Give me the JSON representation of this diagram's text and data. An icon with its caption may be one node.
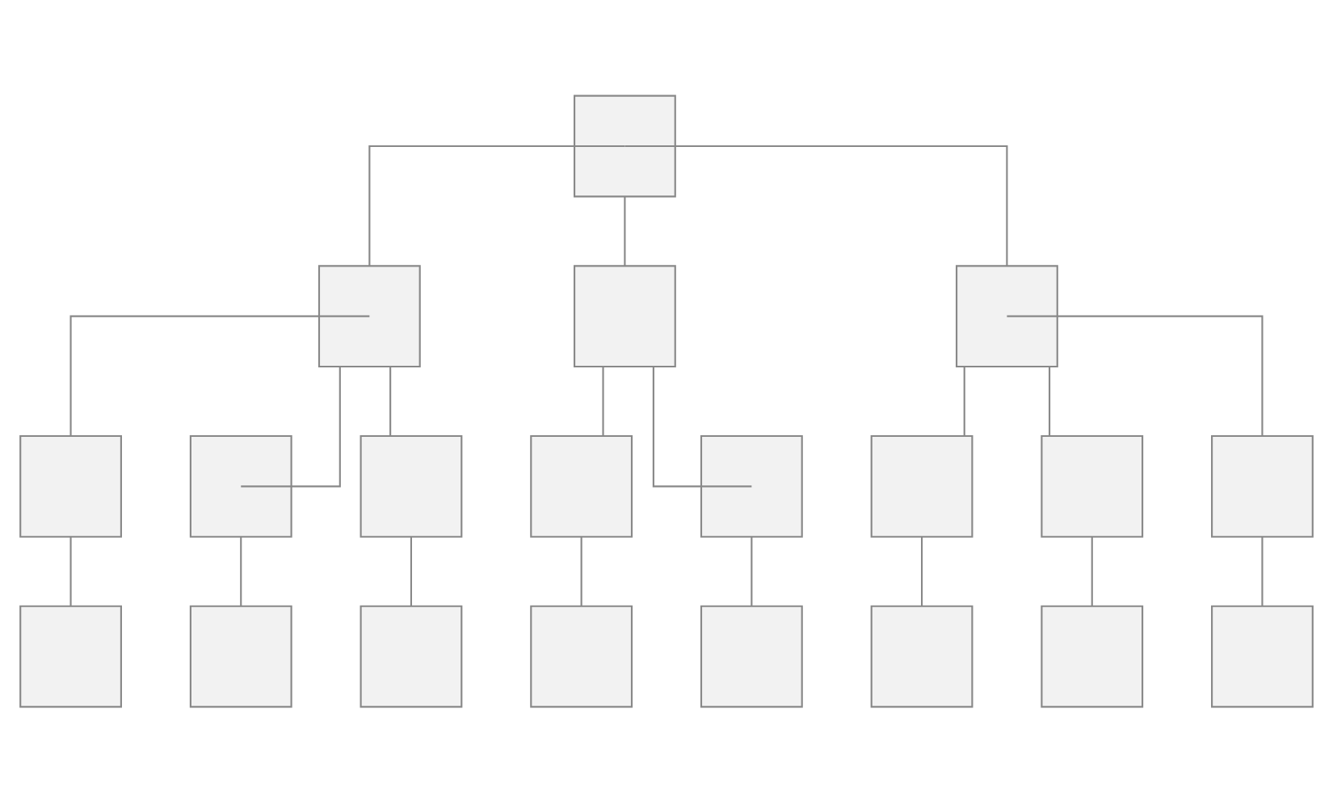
{
  "diagram": {
    "nodes": [
      {
        "text": [],
        "shape": "box"
      },
      {
        "text": [],
        "shape": "box"
      },
      {
        "text": [],
        "shape": "box"
      },
      {
        "text": [],
        "shape": "box"
      },
      {
        "text": [],
        "shape": "box"
      },
      {
        "text": [],
        "shape": "box"
      },
      {
        "text": [],
        "shape": "box"
      },
      {
        "text": [],
        "shape": "box"
      },
      {
        "text": [],
        "shape": "box"
      },
      {
        "text": [],
        "shape": "box"
      },
      {
        "text": [],
        "shape": "box"
      },
      {
        "text": [],
        "shape": "box"
      },
      {
        "text": [],
        "shape": "box"
      },
      {
        "text": [],
        "shape": "box"
      },
      {
        "text": [],
        "shape": "box"
      },
      {
        "text": [],
        "shape": "box"
      },
      {
        "text": [],
        "shape": "box"
      },
      {
        "text": [],
        "shape": "box"
      },
      {
        "text": [],
        "shape": "box"
      },
      {
        "text": [],
        "shape": "box"
      }
    ],
    "edges": [
      {
        "from": 0,
        "to": 1,
        "arrow": "none"
      },
      {
        "from": 0,
        "to": 2,
        "arrow": "none"
      },
      {
        "from": 0,
        "to": 3,
        "arrow": "none"
      },
      {
        "from": 1,
        "to": 4,
        "arrow": "none"
      },
      {
        "from": 1,
        "to": 5,
        "arrow": "none"
      },
      {
        "from": 1,
        "to": 6,
        "arrow": "none"
      },
      {
        "from": 2,
        "to": 7,
        "arrow": "none"
      },
      {
        "from": 2,
        "to": 8,
        "arrow": "none"
      },
      {
        "from": 3,
        "to": 9,
        "arrow": "none"
      },
      {
        "from": 3,
        "to": 10,
        "arrow": "none"
      },
      {
        "from": 3,
        "to": 11,
        "arrow": "none"
      },
      {
        "from": 4,
        "to": 12,
        "arrow": "none"
      },
      {
        "from": 5,
        "to": 13,
        "arrow": "none"
      },
      {
        "from": 6,
        "to": 14,
        "arrow": "none"
      },
      {
        "from": 7,
        "to": 15,
        "arrow": "none"
      },
      {
        "from": 8,
        "to": 16,
        "arrow": "none"
      },
      {
        "from": 9,
        "to": 17,
        "arrow": "none"
      },
      {
        "from": 10,
        "to": 18,
        "arrow": "none"
      },
      {
        "from": 11,
        "to": 19,
        "arrow": "none"
      }
    ]
  }
}
